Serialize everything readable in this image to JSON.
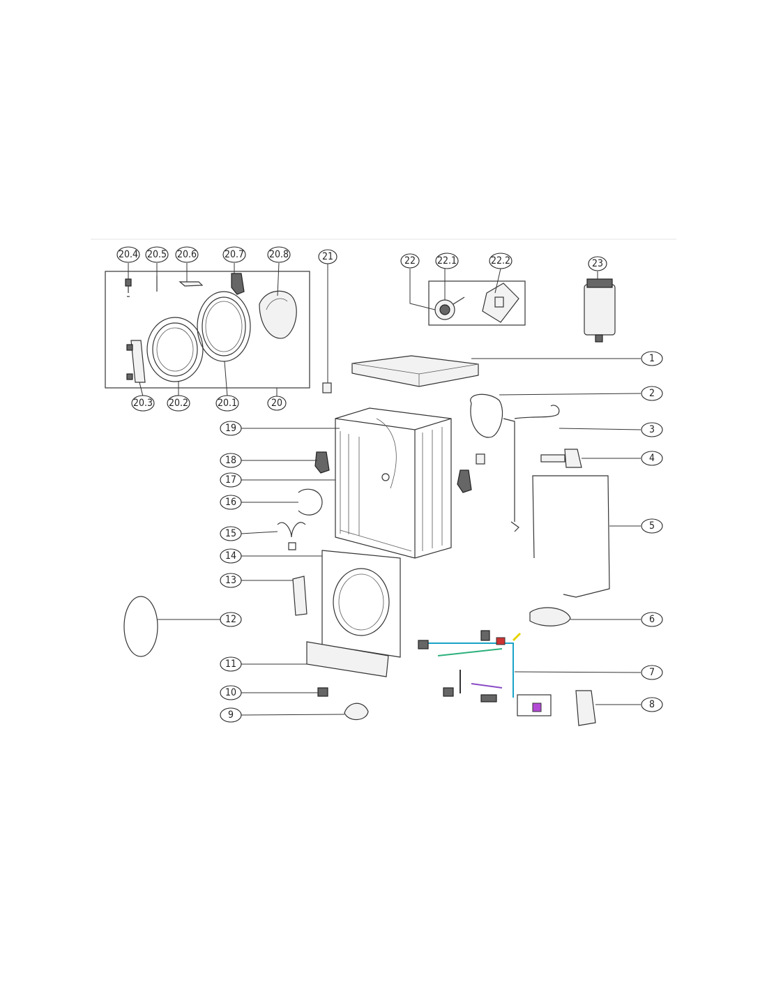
{
  "callouts": {
    "c20_4": "20.4",
    "c20_5": "20.5",
    "c20_6": "20.6",
    "c20_7": "20.7",
    "c20_8": "20.8",
    "c20_3": "20.3",
    "c20_2": "20.2",
    "c20_1": "20.1",
    "c20": "20",
    "c21": "21",
    "c22": "22",
    "c22_1": "22.1",
    "c22_2": "22.2",
    "c23": "23",
    "c1": "1",
    "c2": "2",
    "c3": "3",
    "c4": "4",
    "c5": "5",
    "c6": "6",
    "c7": "7",
    "c8": "8",
    "c9": "9",
    "c10": "10",
    "c11": "11",
    "c12": "12",
    "c13": "13",
    "c14": "14",
    "c15": "15",
    "c16": "16",
    "c17": "17",
    "c18": "18",
    "c19": "19"
  }
}
